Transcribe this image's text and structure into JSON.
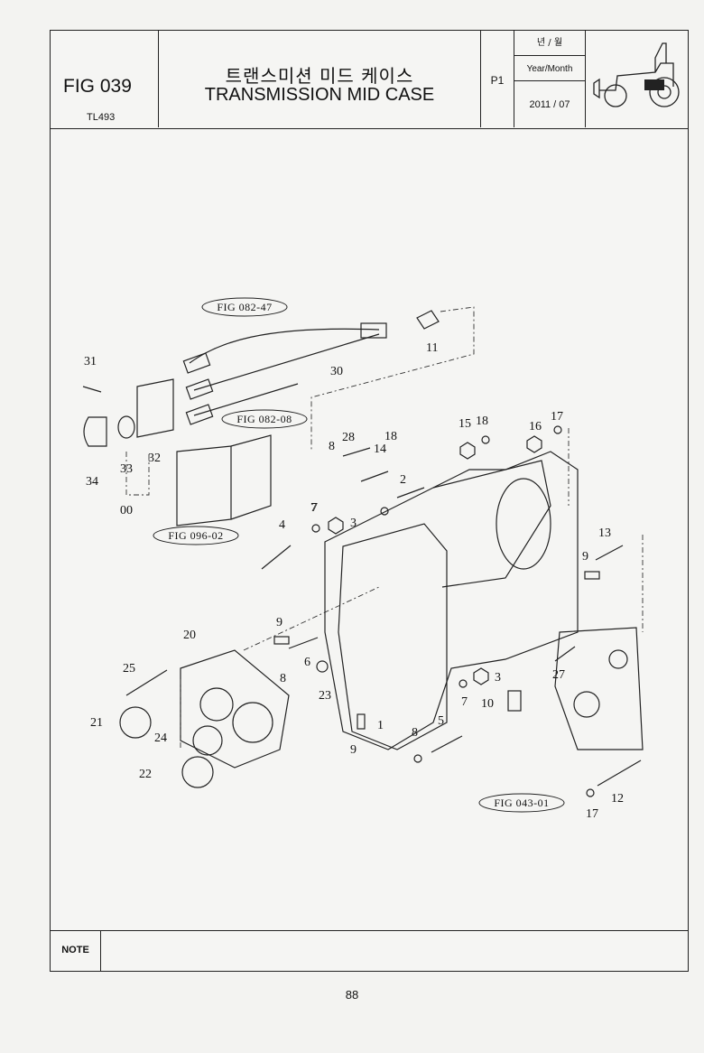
{
  "header": {
    "fig_number": "FIG 039",
    "model": "TL493",
    "title_korean": "트랜스미션 미드 케이스",
    "title_english": "TRANSMISSION MID CASE",
    "page": "P1",
    "date_label_korean": "년 / 월",
    "date_label_english": "Year/Month",
    "date_value": "2011 / 07"
  },
  "diagram": {
    "part_labels": [
      "31",
      "30",
      "11",
      "32",
      "33",
      "34",
      "00",
      "28",
      "8",
      "18",
      "14",
      "7",
      "2",
      "15",
      "18",
      "16",
      "17",
      "4",
      "7",
      "3",
      "13",
      "9",
      "20",
      "9",
      "25",
      "6",
      "8",
      "23",
      "27",
      "7",
      "3",
      "10",
      "21",
      "24",
      "22",
      "1",
      "9",
      "8",
      "5",
      "12",
      "17"
    ],
    "figure_refs": [
      "FIG 082-47",
      "FIG 082-08",
      "FIG 096-02",
      "FIG 043-01"
    ]
  },
  "footer": {
    "note_label": "NOTE",
    "page_number": "88"
  }
}
